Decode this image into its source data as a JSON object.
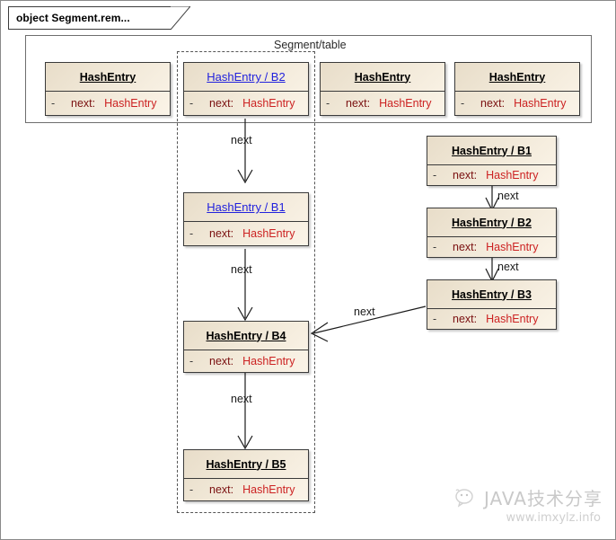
{
  "frame": {
    "title": "object Segment.rem..."
  },
  "region": {
    "label": "Segment/table"
  },
  "attribute": {
    "visibility": "-",
    "name": "next:",
    "type": "HashEntry"
  },
  "table_row": [
    {
      "title": "HashEntry",
      "linked": false
    },
    {
      "title": "HashEntry / B2",
      "linked": true
    },
    {
      "title": "HashEntry",
      "linked": false
    },
    {
      "title": "HashEntry",
      "linked": false
    }
  ],
  "chain_left": [
    {
      "title": "HashEntry / B1",
      "linked": true
    },
    {
      "title": "HashEntry / B4",
      "linked": false
    },
    {
      "title": "HashEntry / B5",
      "linked": false
    }
  ],
  "chain_right": [
    {
      "title": "HashEntry / B1",
      "linked": false
    },
    {
      "title": "HashEntry / B2",
      "linked": false
    },
    {
      "title": "HashEntry / B3",
      "linked": false
    }
  ],
  "edge_labels": {
    "left_1": "next",
    "left_2": "next",
    "left_3": "next",
    "right_1": "next",
    "right_2": "next",
    "cross": "next"
  },
  "watermark": {
    "brand": "JAVA技术分享",
    "url": "www.imxylz.info"
  }
}
